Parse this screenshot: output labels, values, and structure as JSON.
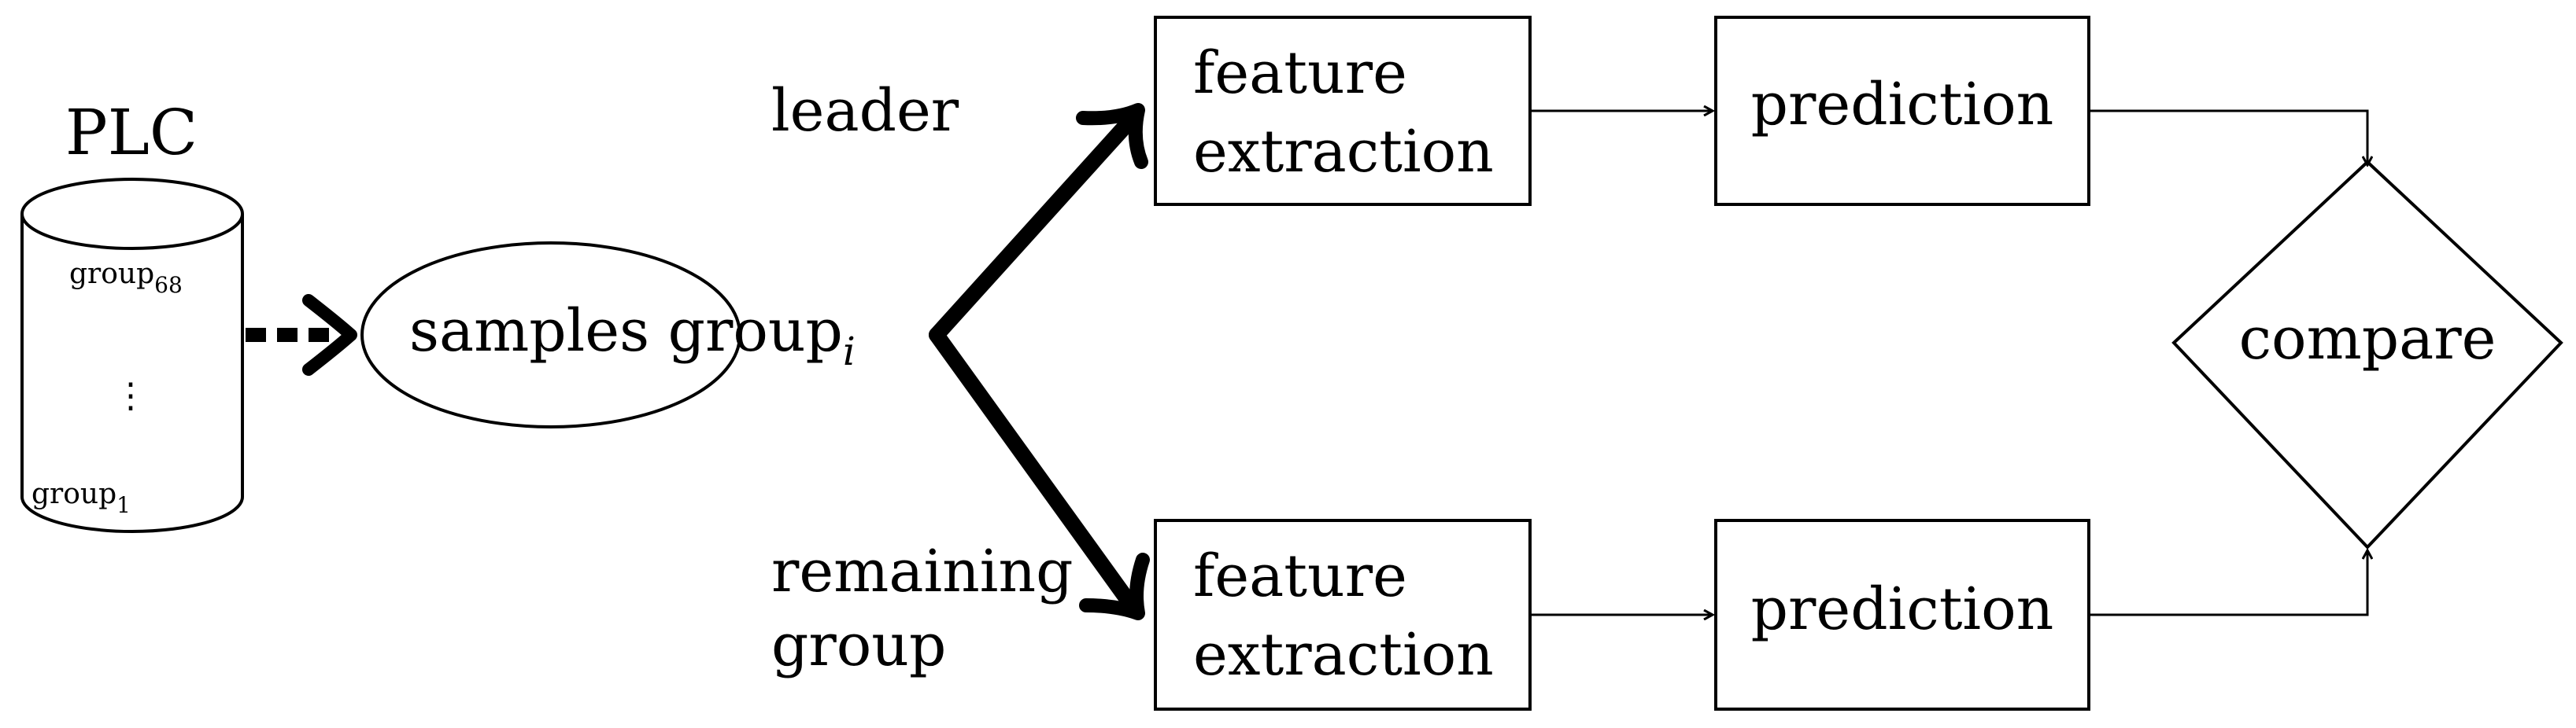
{
  "database": {
    "title": "PLC",
    "top_group": "group",
    "top_group_sub": "68",
    "ellipsis": "⋮",
    "bottom_group": "group",
    "bottom_group_sub": "1"
  },
  "samples": {
    "label": "samples group",
    "subscript": "i"
  },
  "branches": {
    "upper_label": "leader",
    "lower_label_line1": "remaining",
    "lower_label_line2": "group"
  },
  "upper_path": {
    "feature_line1": "feature",
    "feature_line2": "extraction",
    "prediction": "prediction"
  },
  "lower_path": {
    "feature_line1": "feature",
    "feature_line2": "extraction",
    "prediction": "prediction"
  },
  "decision": {
    "label": "compare"
  }
}
